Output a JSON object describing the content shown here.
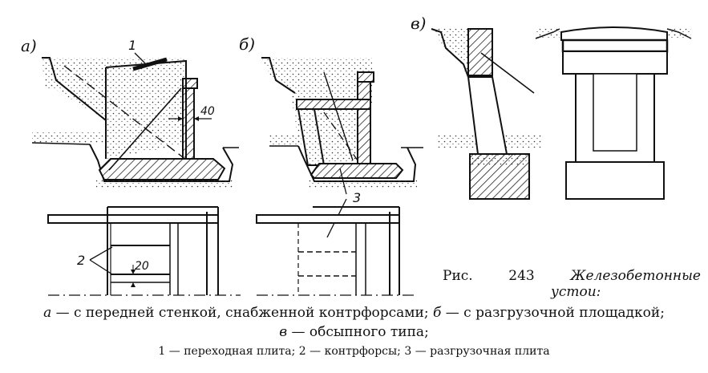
{
  "figure": {
    "panel_a": "а)",
    "panel_b": "б)",
    "panel_v": "в)",
    "callout_1": "1",
    "callout_2": "2",
    "callout_3": "3",
    "dim_40": "40",
    "dim_20": "20"
  },
  "caption": {
    "fig_label": "Рис.",
    "fig_number": "243",
    "fig_title_1": "Железобетонные",
    "fig_title_2": "устои:",
    "line1_a": "а",
    "line1_a_text": " — с передней стенкой, снабженной контрфорсами; ",
    "line1_b": "б",
    "line1_b_text": " — с разгрузочной площадкой;",
    "line2_v": "в",
    "line2_v_text": " — обсыпного типа;",
    "line3": "1 — переходная плита; 2 — контрфорсы; 3 — разгрузочная плита"
  }
}
